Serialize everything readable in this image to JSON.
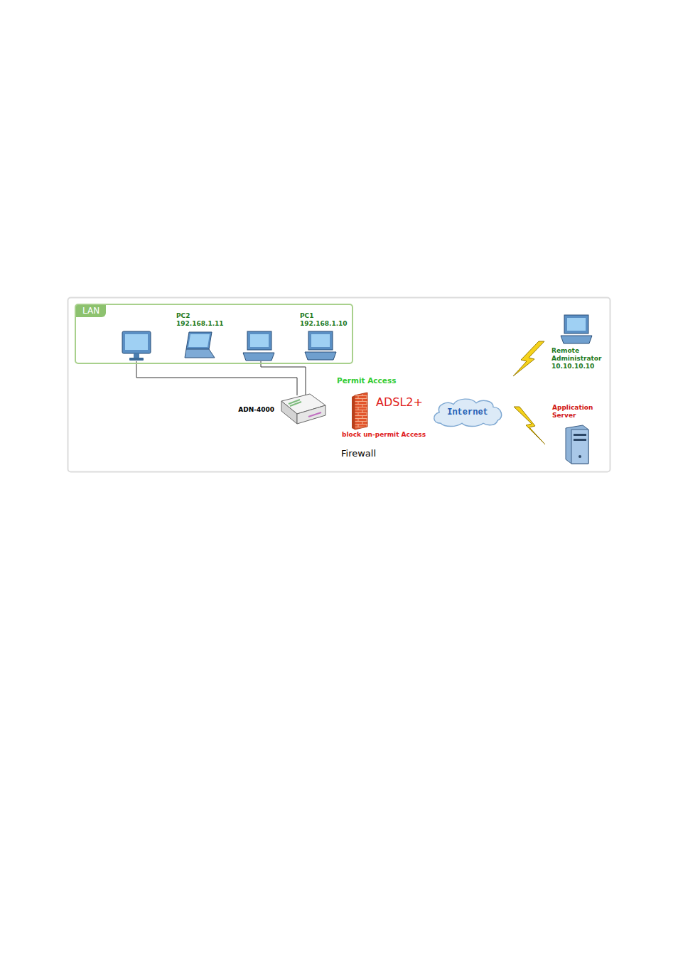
{
  "diagram": {
    "nodes": [
      {
        "text": [
          "LAN"
        ]
      },
      {
        "text": [
          "PC2 192.168.1.11"
        ],
        "in": 0
      },
      {
        "text": [
          "PC1 192.168.1.10"
        ],
        "in": 0
      },
      {
        "text": [
          "ADN-4000"
        ]
      },
      {
        "text": [
          "Internet"
        ]
      },
      {
        "text": [
          "Remote Administrator 10.10.10.10"
        ]
      },
      {
        "text": [
          "Application Server"
        ]
      }
    ],
    "edges": [
      {
        "from": 1,
        "to": 3,
        "arrow": "none"
      },
      {
        "from": 2,
        "to": 3,
        "arrow": "none"
      },
      {
        "from": 3,
        "to": 4,
        "label": "ADSL2+",
        "arrow": "none"
      }
    ],
    "labels": [
      "Permit Access",
      "block un-permit Access",
      "Firewall"
    ]
  }
}
